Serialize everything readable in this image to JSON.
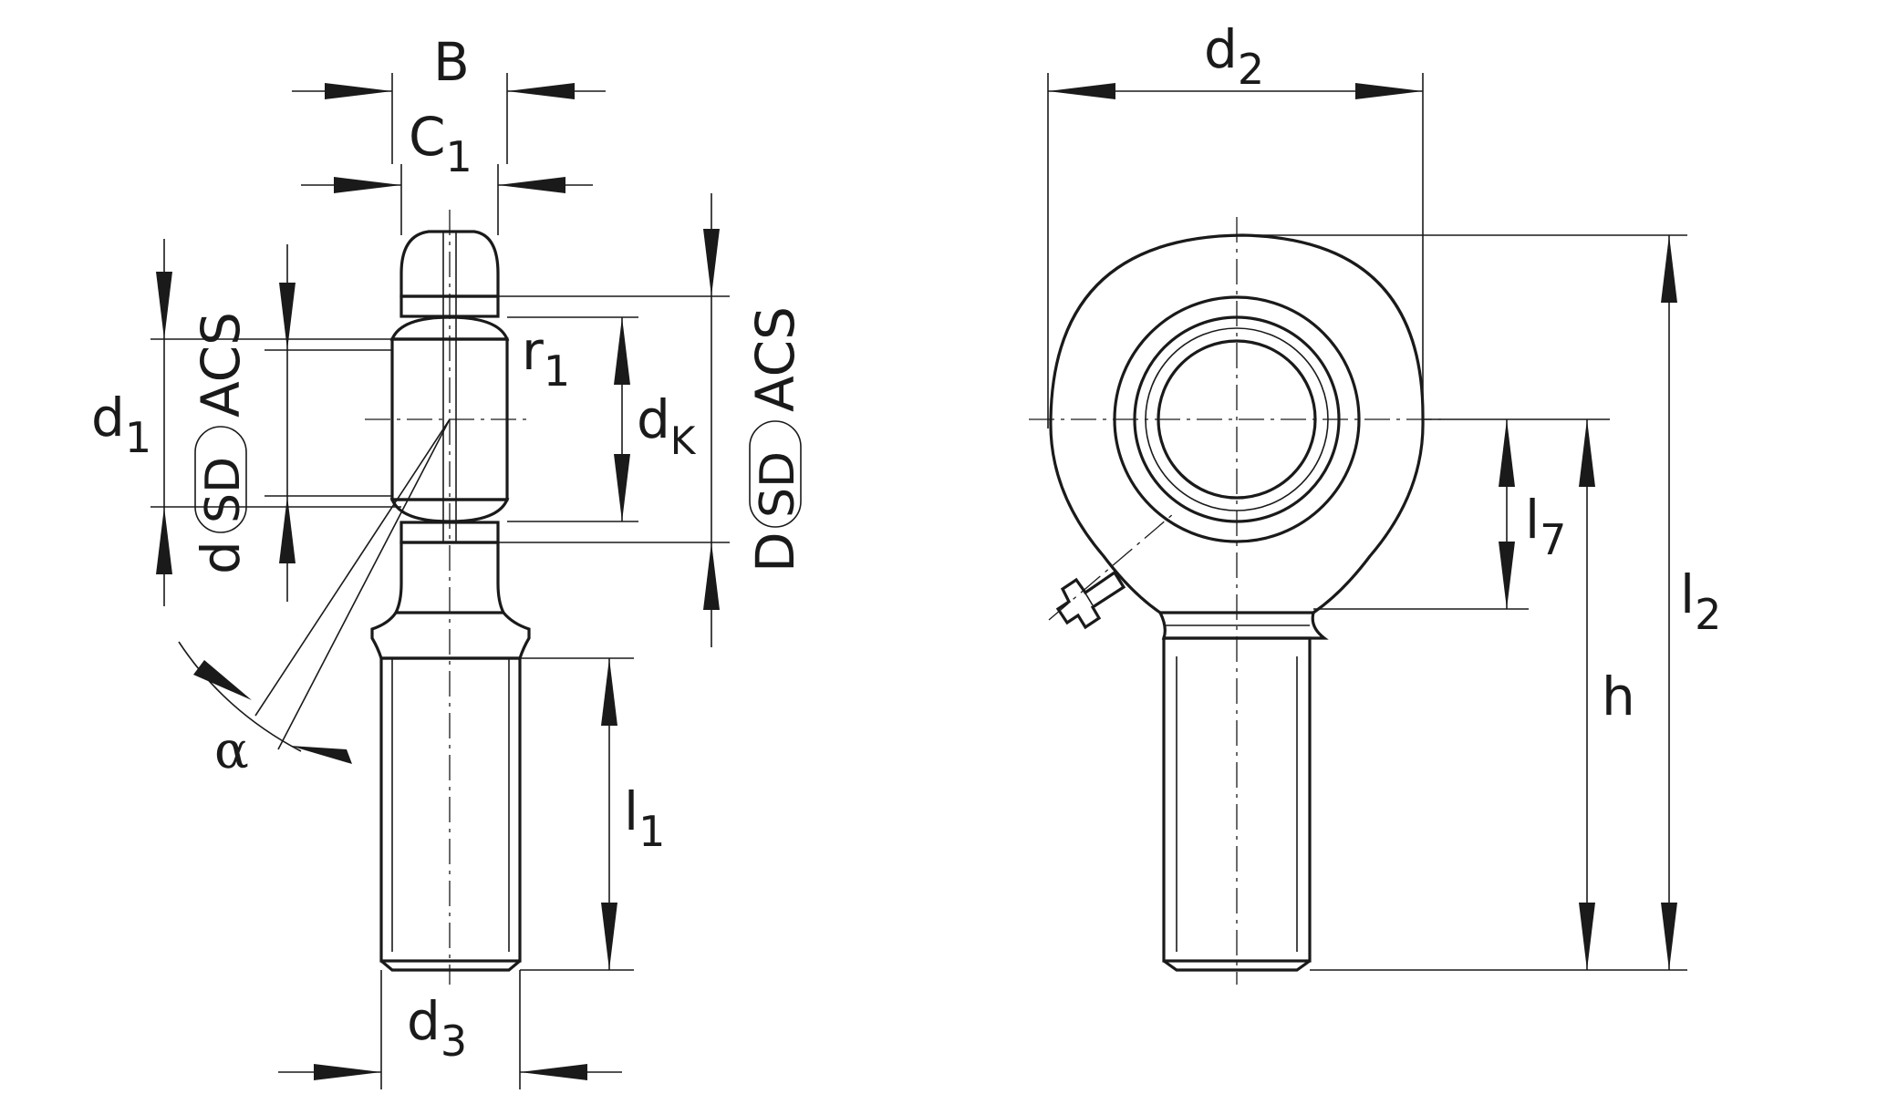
{
  "labels": {
    "B": "B",
    "C1": "C",
    "C1_sub": "1",
    "d1": "d",
    "d1_sub": "1",
    "d_SD_ACS": "d",
    "SD": "SD",
    "ACS": "ACS",
    "r1": "r",
    "r1_sub": "1",
    "dK": "d",
    "dK_sub": "K",
    "D_SD_ACS": "D",
    "alpha": "α",
    "l1": "l",
    "l1_sub": "1",
    "d3": "d",
    "d3_sub": "3",
    "d2": "d",
    "d2_sub": "2",
    "l7": "l",
    "l7_sub": "7",
    "h": "h",
    "l2": "l",
    "l2_sub": "2"
  },
  "colors": {
    "line": "#1a1a1a",
    "background": "#ffffff"
  }
}
